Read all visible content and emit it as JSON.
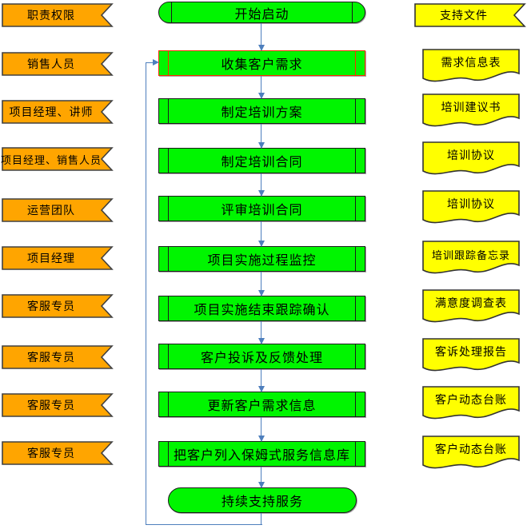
{
  "diagram": {
    "type": "flowchart",
    "left_column": {
      "role": "responsibilities",
      "items": [
        {
          "label": "职责权限",
          "shape": "banner"
        },
        {
          "label": "销售人员",
          "shape": "banner"
        },
        {
          "label": "项目经理、讲师",
          "shape": "banner"
        },
        {
          "label": "项目经理、销售人员",
          "shape": "banner"
        },
        {
          "label": "运营团队",
          "shape": "banner"
        },
        {
          "label": "项目经理",
          "shape": "banner"
        },
        {
          "label": "客服专员",
          "shape": "banner"
        },
        {
          "label": "客服专员",
          "shape": "banner"
        },
        {
          "label": "客服专员",
          "shape": "banner"
        },
        {
          "label": "客服专员",
          "shape": "banner"
        }
      ]
    },
    "middle_column": {
      "role": "process-flow",
      "items": [
        {
          "label": "开始启动",
          "shape": "stadium"
        },
        {
          "label": "收集客户需求",
          "shape": "process",
          "highlighted": true
        },
        {
          "label": "制定培训方案",
          "shape": "process"
        },
        {
          "label": "制定培训合同",
          "shape": "process"
        },
        {
          "label": "评审培训合同",
          "shape": "process"
        },
        {
          "label": "项目实施过程监控",
          "shape": "process"
        },
        {
          "label": "项目实施结束跟踪确认",
          "shape": "process"
        },
        {
          "label": "客户投诉及反馈处理",
          "shape": "process"
        },
        {
          "label": "更新客户需求信息",
          "shape": "process"
        },
        {
          "label": "把客户列入保姆式服务信息库",
          "shape": "process"
        },
        {
          "label": "持续支持服务",
          "shape": "stadium-end"
        }
      ],
      "feedback_loop": "持续支持服务 → 收集客户需求"
    },
    "right_column": {
      "role": "supporting-documents",
      "items": [
        {
          "label": "支持文件",
          "shape": "banner"
        },
        {
          "label": "需求信息表",
          "shape": "document"
        },
        {
          "label": "培训建议书",
          "shape": "document"
        },
        {
          "label": "培训协议",
          "shape": "document"
        },
        {
          "label": "培训协议",
          "shape": "document"
        },
        {
          "label": "培训跟踪备忘录",
          "shape": "document"
        },
        {
          "label": "满意度调查表",
          "shape": "document"
        },
        {
          "label": "客诉处理报告",
          "shape": "document"
        },
        {
          "label": "客户动态台账",
          "shape": "document"
        },
        {
          "label": "客户动态台账",
          "shape": "document"
        }
      ]
    }
  },
  "colors": {
    "banner_orange": "#FFA500",
    "process_green": "#00F500",
    "document_yellow": "#FFFF00",
    "highlight_red": "#FF2A00",
    "connector_blue": "#4E7FBD",
    "shape_border": "#1a1a1a"
  }
}
